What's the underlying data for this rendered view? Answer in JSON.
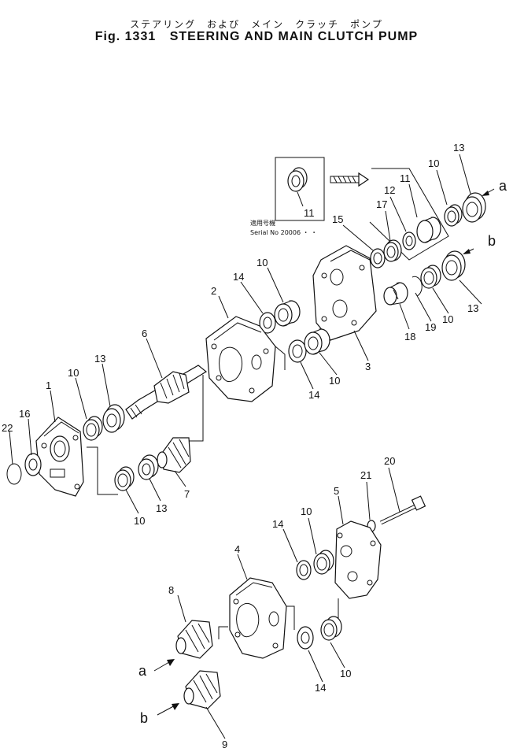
{
  "header": {
    "japanese_title": "ステアリング　および　メイン　クラッチ　ポンプ",
    "fig_label": "Fig. 1331",
    "title": "STEERING AND MAIN CLUTCH PUMP"
  },
  "inset": {
    "part_label": "11",
    "note_jp": "適用号機",
    "note_serial": "Serial No 20006 ・ ・"
  },
  "flow_labels": {
    "a": "a",
    "b": "b"
  },
  "callouts": {
    "c1": "1",
    "c2": "2",
    "c3": "3",
    "c4": "4",
    "c5": "5",
    "c6": "6",
    "c7": "7",
    "c8": "8",
    "c9": "9",
    "c10a": "10",
    "c10b": "10",
    "c10c": "10",
    "c10d": "10",
    "c10e": "10",
    "c10f": "10",
    "c10g": "10",
    "c10h": "10",
    "c11": "11",
    "c12": "12",
    "c13a": "13",
    "c13b": "13",
    "c13c": "13",
    "c13d": "13",
    "c14a": "14",
    "c14b": "14",
    "c14c": "14",
    "c14d": "14",
    "c15": "15",
    "c16": "16",
    "c17": "17",
    "c18": "18",
    "c19": "19",
    "c20": "20",
    "c21": "21",
    "c22": "22"
  }
}
